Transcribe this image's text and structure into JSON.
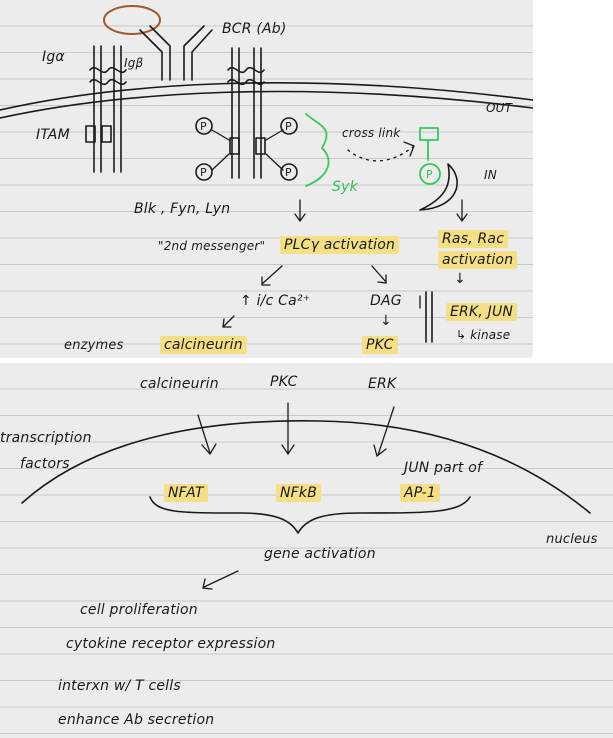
{
  "top_panel": {
    "labels": {
      "bcr": "BCR (Ab)",
      "iga": "Igα",
      "igb": "Igβ",
      "out": "OUT",
      "itam": "ITAM",
      "crosslink": "cross link",
      "in": "IN",
      "syk": "Syk",
      "kinases": "Blk , Fyn, Lyn",
      "second_messenger": "\"2nd messenger\"",
      "plc": "PLCγ activation",
      "ras1": "Ras, Rac",
      "ras2": "activation",
      "ca": "↑ i/c Ca²⁺",
      "dag": "DAG",
      "arrow_down": "↓",
      "erk_jun": "ERK, JUN",
      "kinase": "↳ kinase",
      "enzymes": "enzymes",
      "calcineurin": "calcineurin",
      "pkc": "PKC",
      "p": "P"
    }
  },
  "bottom_panel": {
    "labels": {
      "calcineurin": "calcineurin",
      "pkc": "PKC",
      "erk": "ERK",
      "tf1": "transcription",
      "tf2": "factors",
      "jun": "JUN part of",
      "nfat": "NFAT",
      "nfkb": "NFkB",
      "ap1": "AP-1",
      "nucleus": "nucleus",
      "gene": "gene activation",
      "effects": [
        "cell proliferation",
        "cytokine receptor expression",
        "interxn w/ T cells",
        "enhance Ab secretion"
      ]
    }
  },
  "colors": {
    "highlight": "#f4df84",
    "green": "#36c85a",
    "brown": "#a2572a"
  }
}
